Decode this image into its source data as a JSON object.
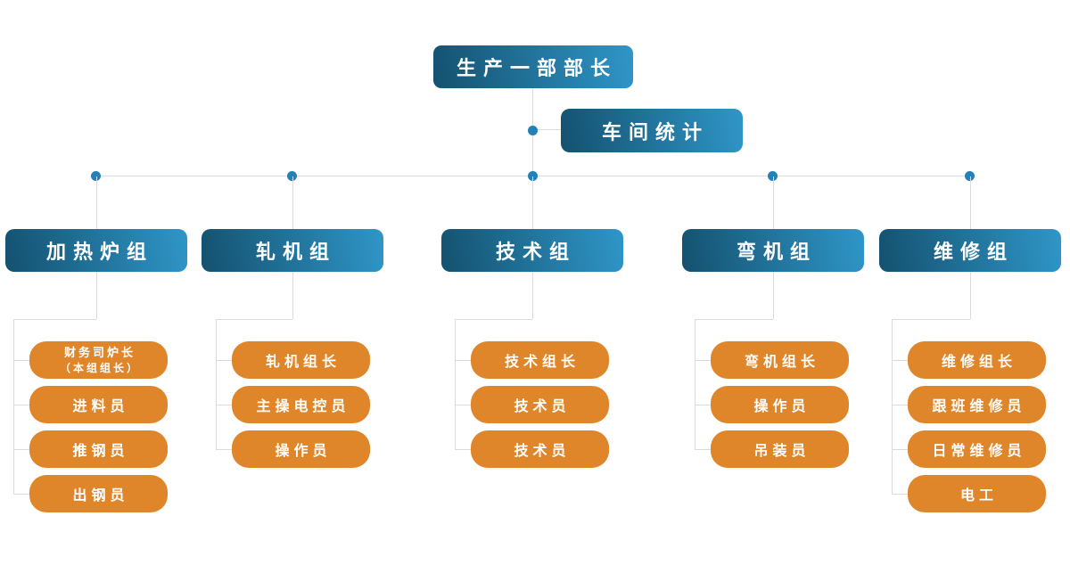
{
  "chart": {
    "root": {
      "label": "生产一部部长"
    },
    "stat": {
      "label": "车间统计"
    },
    "groups": [
      {
        "label": "加热炉组",
        "items": [
          {
            "label": "财务司炉长",
            "sublabel": "（本组组长）"
          },
          {
            "label": "进料员"
          },
          {
            "label": "推钢员"
          },
          {
            "label": "出钢员"
          }
        ]
      },
      {
        "label": "轧机组",
        "items": [
          {
            "label": "轧机组长"
          },
          {
            "label": "主操电控员"
          },
          {
            "label": "操作员"
          }
        ]
      },
      {
        "label": "技术组",
        "items": [
          {
            "label": "技术组长"
          },
          {
            "label": "技术员"
          },
          {
            "label": "技术员"
          }
        ]
      },
      {
        "label": "弯机组",
        "items": [
          {
            "label": "弯机组长"
          },
          {
            "label": "操作员"
          },
          {
            "label": "吊装员"
          }
        ]
      },
      {
        "label": "维修组",
        "items": [
          {
            "label": "维修组长"
          },
          {
            "label": "跟班维修员"
          },
          {
            "label": "日常维修员"
          },
          {
            "label": "电工"
          }
        ]
      }
    ],
    "colors": {
      "node_gradient_start": "#14516F",
      "node_gradient_end": "#2F96C8",
      "member_fill": "#E0862A",
      "connector_line": "#DBDBDB",
      "connector_dot": "#2480B8",
      "text": "#FFFFFF"
    }
  }
}
